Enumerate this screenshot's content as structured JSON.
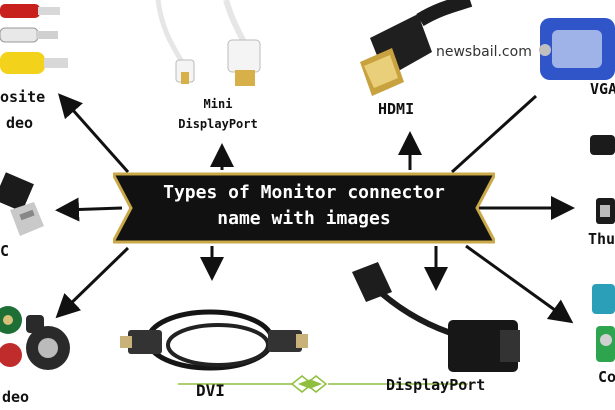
{
  "title": {
    "line1": "Types of Monitor connector",
    "line2": "name with images"
  },
  "watermark": "newsbail.com",
  "labels": {
    "composite_line1": "osite",
    "composite_line2": "deo",
    "mini_dp_line1": "Mini",
    "mini_dp_line2": "DisplayPort",
    "hdmi": "HDMI",
    "vga": "VGA",
    "usbc": "C",
    "thunderbolt": "Thu",
    "svideo": "deo",
    "dvi": "DVI",
    "displayport": "DisplayPort",
    "coax": "Co"
  },
  "colors": {
    "banner_fill": "#111111",
    "banner_border": "#c9a94a",
    "arrow": "#111111",
    "ornament": "#8fbf3f"
  }
}
